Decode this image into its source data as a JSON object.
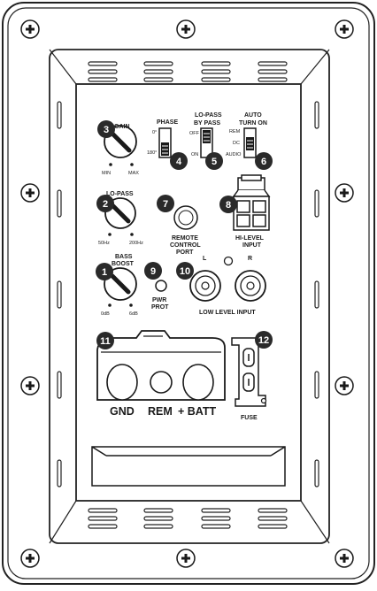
{
  "labels": {
    "gain": "GAIN",
    "gain_min": "MIN",
    "gain_max": "MAX",
    "phase": "PHASE",
    "phase_0": "0°",
    "phase_180": "180°",
    "lopass_bypass_l1": "LO-PASS",
    "lopass_bypass_l2": "BY PASS",
    "bypass_off": "OFF",
    "bypass_on": "ON",
    "auto_turn_on_l1": "AUTO",
    "auto_turn_on_l2": "TURN ON",
    "auto_rem": "REM",
    "auto_dc": "DC",
    "auto_audio": "AUDIO",
    "lopass": "LO-PASS",
    "lopass_50": "50Hz",
    "lopass_200": "200Hz",
    "remote_l1": "REMOTE",
    "remote_l2": "CONTROL",
    "remote_l3": "PORT",
    "hilevel": "HI-LEVEL",
    "hilevel_input": "INPUT",
    "bass_boost_l1": "BASS",
    "bass_boost_l2": "BOOST",
    "bass_0": "0dB",
    "bass_6": "6dB",
    "pwr": "PWR",
    "prot": "PROT",
    "low_l": "L",
    "low_r": "R",
    "low_level_input": "LOW LEVEL INPUT",
    "gnd": "GND",
    "rem": "REM",
    "batt": "+ BATT",
    "fuse": "FUSE"
  },
  "callouts": [
    "1",
    "2",
    "3",
    "4",
    "5",
    "6",
    "7",
    "8",
    "9",
    "10",
    "11",
    "12"
  ]
}
